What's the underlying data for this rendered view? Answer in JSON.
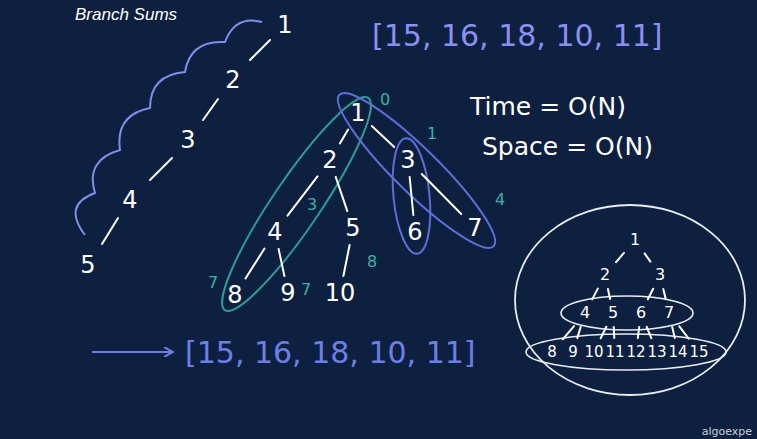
{
  "diagram": {
    "title": "Branch Sums",
    "nodes": [
      {
        "text": [
          "1"
        ]
      },
      {
        "text": [
          "2"
        ]
      },
      {
        "text": [
          "3"
        ]
      },
      {
        "text": [
          "4"
        ]
      },
      {
        "text": [
          "5"
        ]
      },
      {
        "text": [
          "6"
        ]
      },
      {
        "text": [
          "7"
        ]
      },
      {
        "text": [
          "8"
        ]
      },
      {
        "text": [
          "9"
        ]
      },
      {
        "text": [
          "10"
        ]
      },
      {
        "text": [
          "1"
        ]
      },
      {
        "text": [
          "2"
        ]
      },
      {
        "text": [
          "3"
        ]
      },
      {
        "text": [
          "4"
        ]
      },
      {
        "text": [
          "5"
        ]
      },
      {
        "text": [
          "6"
        ]
      },
      {
        "text": [
          "7"
        ]
      },
      {
        "text": [
          "8"
        ]
      },
      {
        "text": [
          "9"
        ]
      },
      {
        "text": [
          "10"
        ]
      },
      {
        "text": [
          "11"
        ]
      },
      {
        "text": [
          "12"
        ]
      },
      {
        "text": [
          "13"
        ]
      },
      {
        "text": [
          "14"
        ]
      },
      {
        "text": [
          "15"
        ]
      }
    ],
    "edges": [
      {
        "from": 0,
        "to": 1,
        "arrow": "none"
      },
      {
        "from": 0,
        "to": 2,
        "arrow": "none"
      },
      {
        "from": 1,
        "to": 3,
        "arrow": "none"
      },
      {
        "from": 1,
        "to": 4,
        "arrow": "none"
      },
      {
        "from": 2,
        "to": 5,
        "arrow": "none"
      },
      {
        "from": 2,
        "to": 6,
        "arrow": "none"
      },
      {
        "from": 3,
        "to": 7,
        "arrow": "none"
      },
      {
        "from": 3,
        "to": 8,
        "arrow": "none"
      },
      {
        "from": 4,
        "to": 9,
        "arrow": "none"
      },
      {
        "from": 10,
        "to": 11,
        "arrow": "none"
      },
      {
        "from": 10,
        "to": 12,
        "arrow": "none"
      },
      {
        "from": 11,
        "to": 13,
        "arrow": "none"
      },
      {
        "from": 11,
        "to": 14,
        "arrow": "none"
      },
      {
        "from": 12,
        "to": 15,
        "arrow": "none"
      },
      {
        "from": 12,
        "to": 16,
        "arrow": "none"
      },
      {
        "from": 13,
        "to": 17,
        "arrow": "none"
      },
      {
        "from": 13,
        "to": 18,
        "arrow": "none"
      },
      {
        "from": 14,
        "to": 19,
        "arrow": "none"
      },
      {
        "from": 14,
        "to": 20,
        "arrow": "none"
      },
      {
        "from": 15,
        "to": 21,
        "arrow": "none"
      },
      {
        "from": 15,
        "to": 22,
        "arrow": "none"
      },
      {
        "from": 16,
        "to": 23,
        "arrow": "none"
      },
      {
        "from": 16,
        "to": 24,
        "arrow": "none"
      }
    ],
    "labels": [
      "[15, 16, 18, 10, 11]",
      "Time = O(N)",
      "Space = O(N)",
      "1",
      "2",
      "3",
      "4",
      "5",
      "0",
      "1",
      "3",
      "4",
      "7",
      "7",
      "8",
      "[15, 16, 18, 10, 11]",
      "algoexpe"
    ]
  }
}
